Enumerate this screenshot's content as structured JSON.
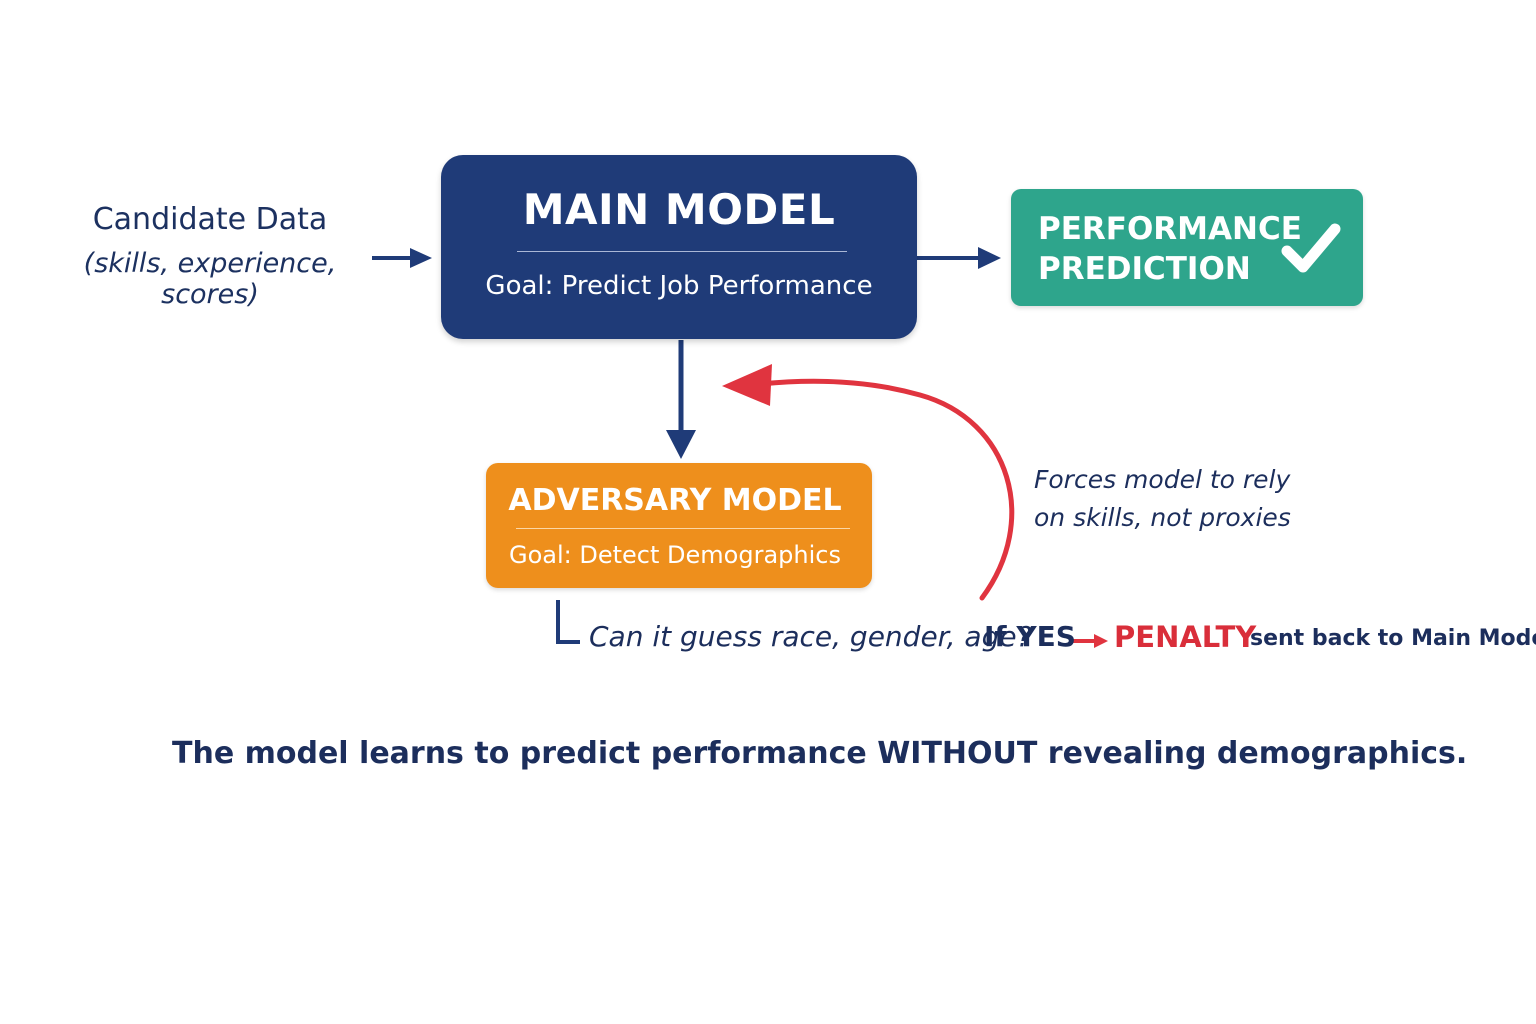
{
  "input": {
    "title": "Candidate Data",
    "subtitle": "(skills, experience, scores)"
  },
  "main_model": {
    "title": "MAIN MODEL",
    "goal": "Goal: Predict Job Performance"
  },
  "output": {
    "line1": "PERFORMANCE",
    "line2": "PREDICTION",
    "icon": "check-icon"
  },
  "adversary": {
    "title": "ADVERSARY MODEL",
    "goal": "Goal: Detect Demographics"
  },
  "check": {
    "question": "Can it guess race, gender, age?",
    "if_yes": "If YES",
    "penalty": "PENALTY",
    "sent_back": "sent back to Main Model"
  },
  "feedback_note": {
    "line1": "Forces model to rely",
    "line2": "on skills, not proxies"
  },
  "caption": "The model learns to predict performance WITHOUT revealing demographics.",
  "colors": {
    "main": "#1f3b78",
    "output": "#2ea58c",
    "adversary": "#ee8f1c",
    "penalty": "#d92e3a",
    "text": "#1c2e5c"
  }
}
